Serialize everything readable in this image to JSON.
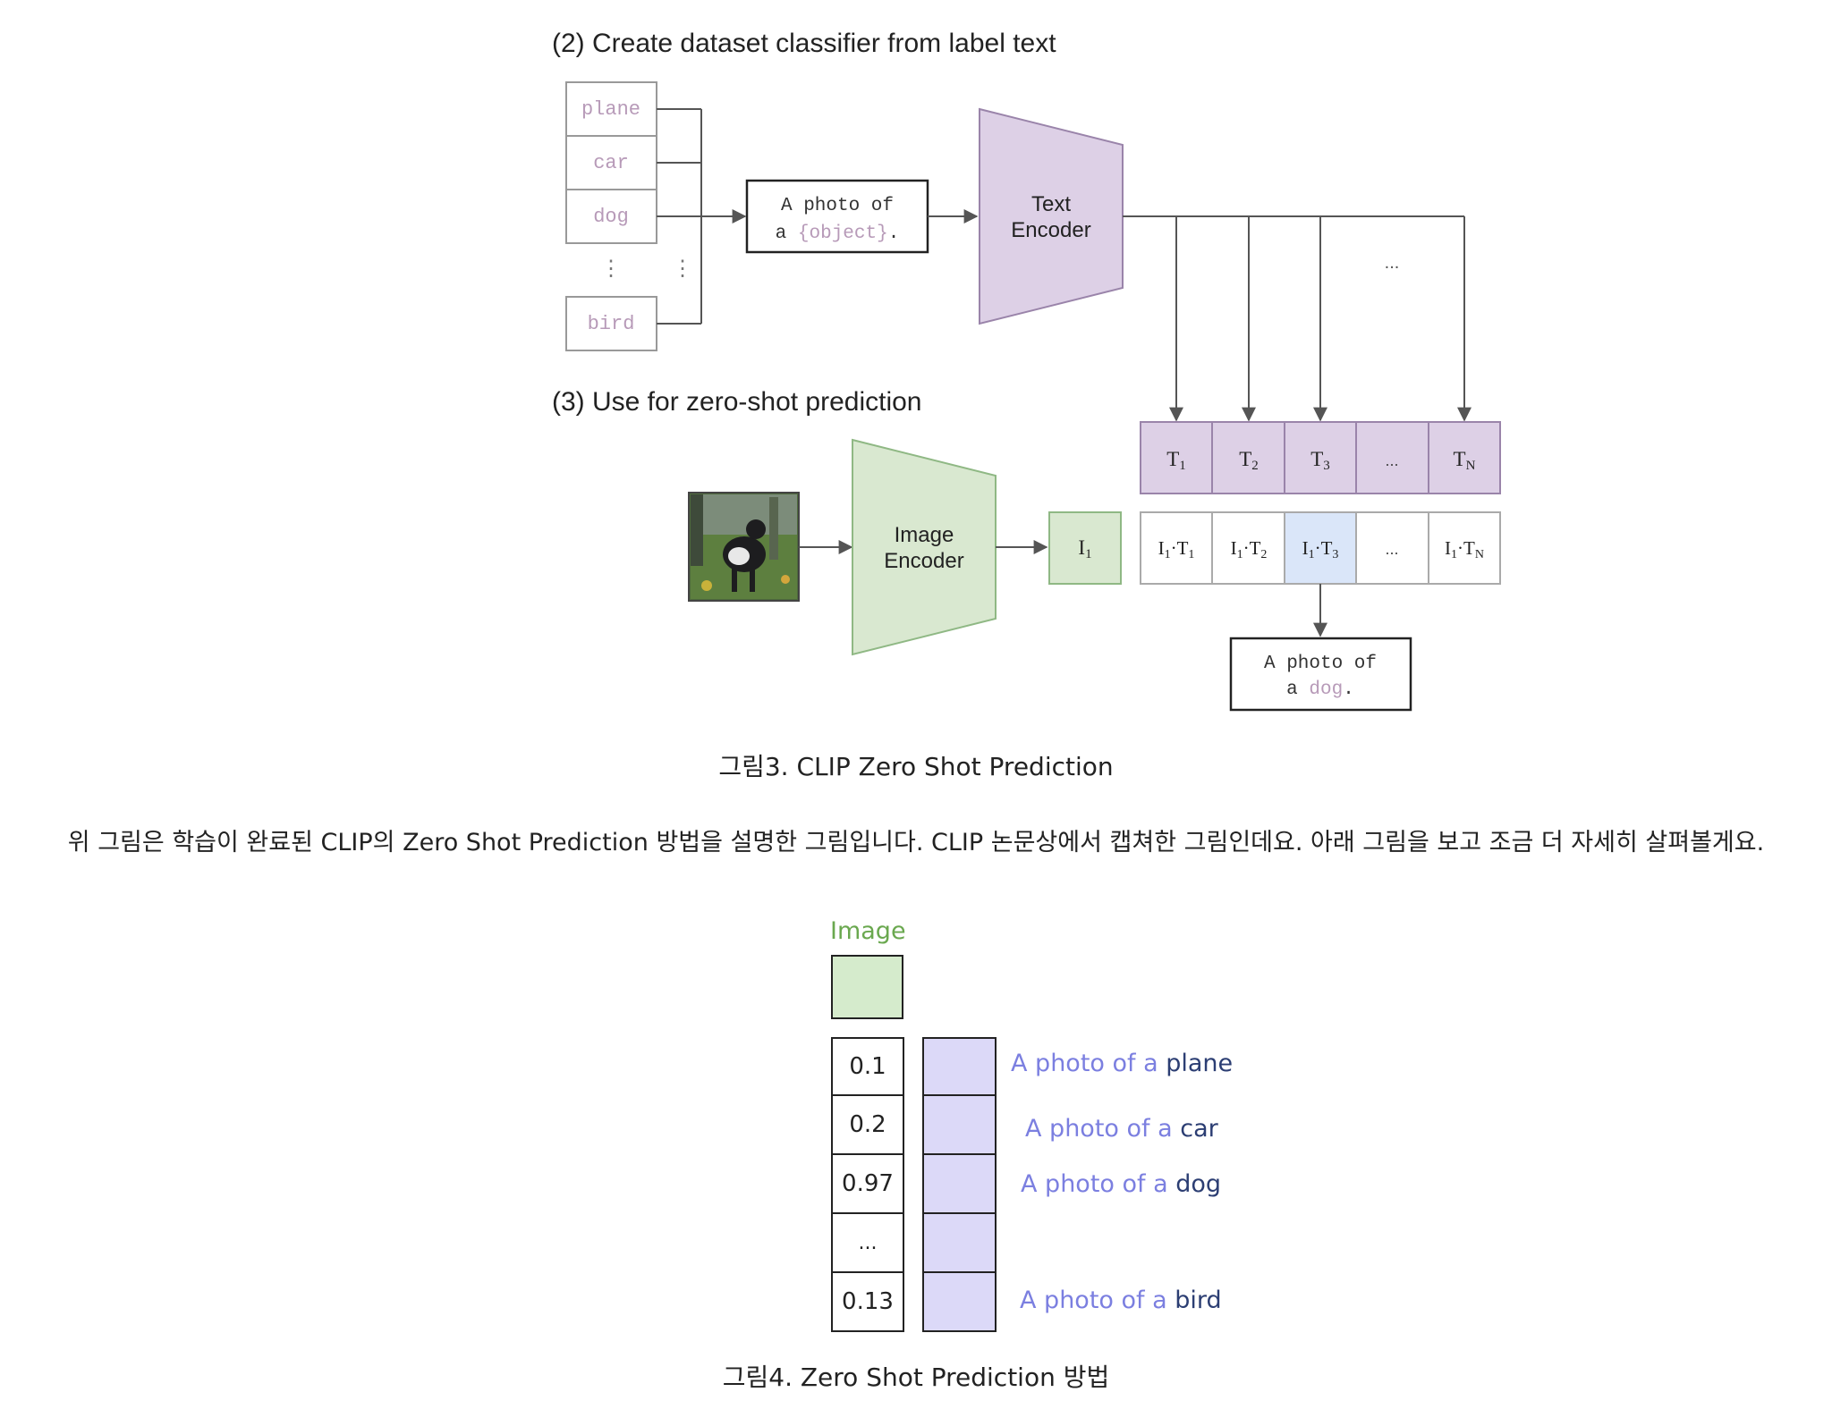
{
  "figure3": {
    "section2_title": "(2) Create dataset classifier from label text",
    "section3_title": "(3) Use for zero-shot prediction",
    "labels": [
      "plane",
      "car",
      "dog",
      "bird"
    ],
    "vertical_ellipsis": "⋮",
    "template_line1": "A photo of",
    "template_line2_prefix": "a ",
    "template_placeholder": "{object}",
    "template_line2_suffix": ".",
    "text_encoder_line1": "Text",
    "text_encoder_line2": "Encoder",
    "image_encoder_line1": "Image",
    "image_encoder_line2": "Encoder",
    "ellipsis": "...",
    "text_embeddings": [
      {
        "base": "T",
        "sub": "1"
      },
      {
        "base": "T",
        "sub": "2"
      },
      {
        "base": "T",
        "sub": "3"
      },
      {
        "base": "...",
        "sub": ""
      },
      {
        "base": "T",
        "sub": "N"
      }
    ],
    "image_embedding": {
      "base": "I",
      "sub": "1"
    },
    "products": [
      {
        "a": "I",
        "asub": "1",
        "b": "T",
        "bsub": "1"
      },
      {
        "a": "I",
        "asub": "1",
        "b": "T",
        "bsub": "2"
      },
      {
        "a": "I",
        "asub": "1",
        "b": "T",
        "bsub": "3"
      },
      {
        "a": "...",
        "asub": "",
        "b": "",
        "bsub": ""
      },
      {
        "a": "I",
        "asub": "1",
        "b": "T",
        "bsub": "N"
      }
    ],
    "highlighted_index": 2,
    "result_line1": "A photo of",
    "result_line2_prefix": "a ",
    "result_word": "dog",
    "result_line2_suffix": ".",
    "colors": {
      "purple_fill": "#ddd0e6",
      "purple_stroke": "#9a84aa",
      "green_fill": "#d9e8d0",
      "green_stroke": "#8fb884",
      "highlight_fill": "#dae6f9",
      "label_text": "#b79ab8"
    }
  },
  "caption3": "그림3. CLIP Zero Shot Prediction",
  "paragraph": "위 그림은 학습이 완료된 CLIP의 Zero Shot Prediction 방법을 설명한 그림입니다. CLIP 논문상에서 캡쳐한 그림인데요. 아래 그림을 보고 조금 더 자세히 살펴볼게요.",
  "figure4": {
    "image_label": "Image",
    "scores": [
      "0.1",
      "0.2",
      "0.97",
      "...",
      "0.13"
    ],
    "prompt_prefix": "A photo of a ",
    "prompt_words": [
      "plane",
      "car",
      "dog",
      "",
      "bird"
    ],
    "colors": {
      "image_label": "#6aa84f",
      "image_fill": "#d5ebcc",
      "text_cell_fill": "#dcd9f8",
      "prefix": "#7b7fe0",
      "word": "#2c3e73"
    }
  },
  "caption4": "그림4. Zero Shot Prediction 방법"
}
